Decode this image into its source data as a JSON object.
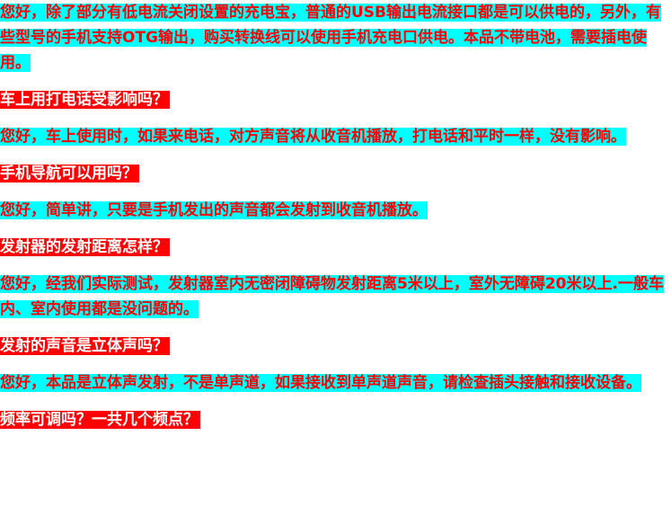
{
  "faq": [
    {
      "type": "answer",
      "text": "您好，除了部分有低电流关闭设置的充电宝，普通的USB输出电流接口都是可以供电的，另外，有些型号的手机支持OTG输出，购买转换线可以使用手机充电口供电。本品不带电池，需要插电使用。"
    },
    {
      "type": "question",
      "text": "车上用打电话受影响吗？"
    },
    {
      "type": "answer",
      "text": "您好，车上使用时，如果来电话，对方声音将从收音机播放，打电话和平时一样，没有影响。"
    },
    {
      "type": "question",
      "text": "手机导航可以用吗？"
    },
    {
      "type": "answer",
      "text": "您好，简单讲，只要是手机发出的声音都会发射到收音机播放。"
    },
    {
      "type": "question",
      "text": "发射器的发射距离怎样？"
    },
    {
      "type": "answer",
      "text": "您好，经我们实际测试，发射器室内无密闭障碍物发射距离5米以上，室外无障碍20米以上.一般车内、室内使用都是没问题的。"
    },
    {
      "type": "question",
      "text": "发射的声音是立体声吗？"
    },
    {
      "type": "answer",
      "text": "您好，本品是立体声发射，不是单声道，如果接收到单声道声音，请检查插头接触和接收设备。"
    },
    {
      "type": "question",
      "text": "频率可调吗？一共几个频点？"
    }
  ],
  "colors": {
    "answer_bg": "#00ffff",
    "answer_text": "#ff0000",
    "question_bg": "#ff0000",
    "question_text": "#ffffff"
  }
}
